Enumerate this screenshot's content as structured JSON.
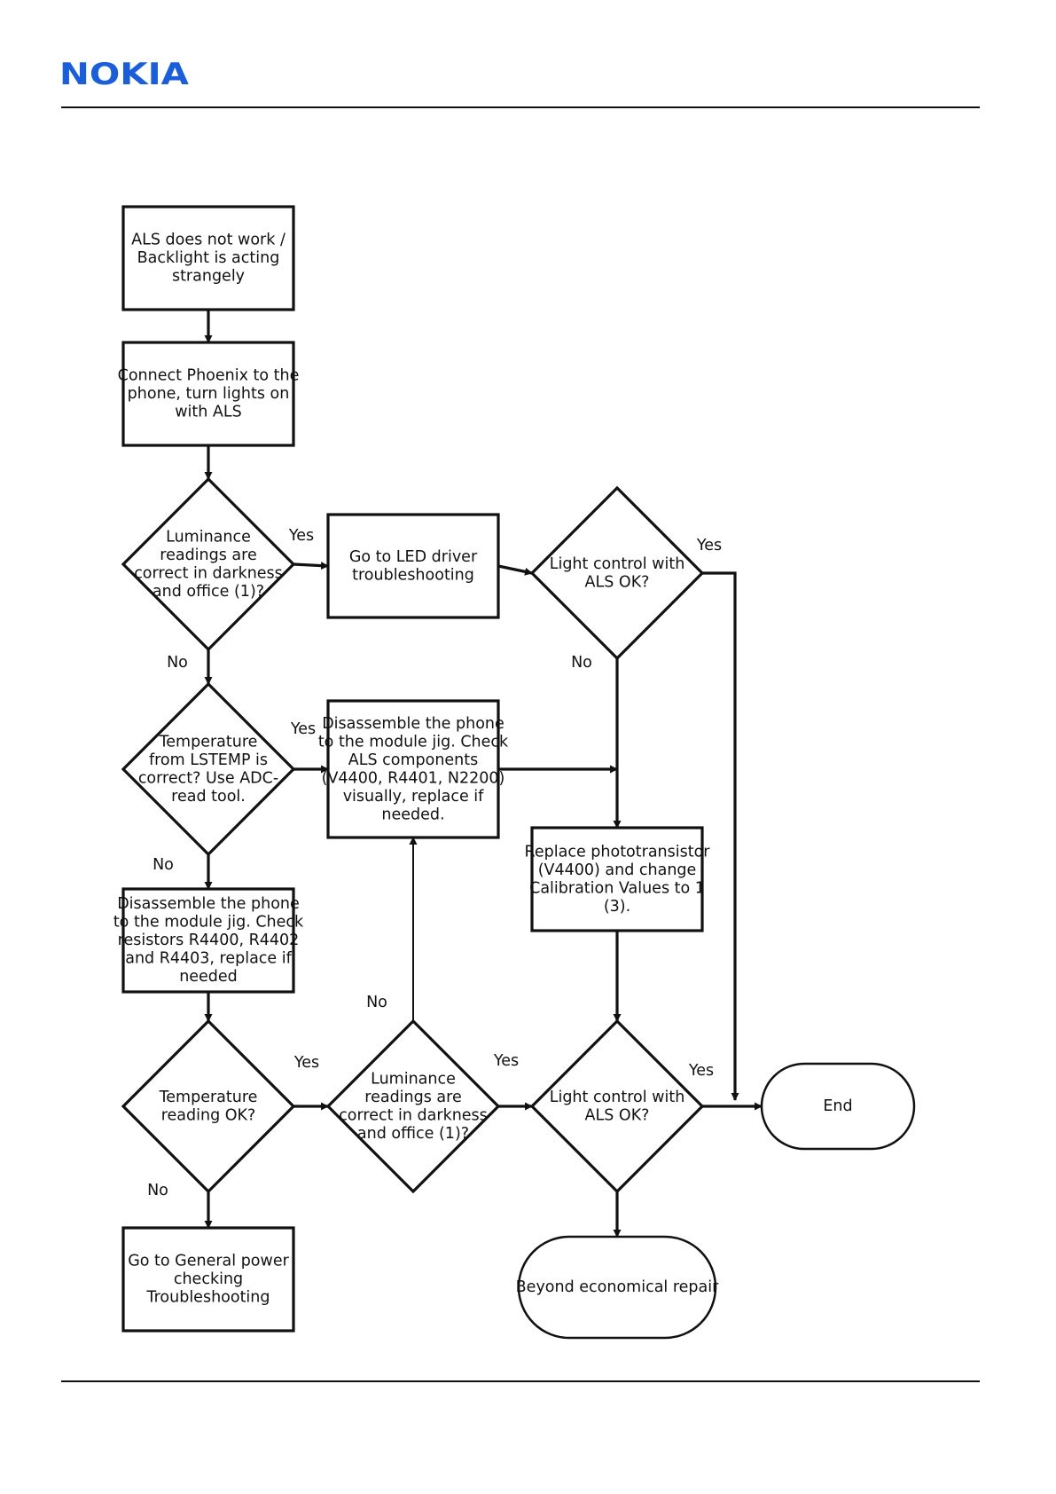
{
  "header": {
    "logo_text": "NOKIA",
    "brand_color": "#1a5fd8"
  },
  "diagram": {
    "nodes": [
      {
        "id": "start",
        "shape": "rect",
        "lines": [
          "ALS does not work /",
          "Backlight is acting",
          "strangely"
        ]
      },
      {
        "id": "connect",
        "shape": "rect",
        "lines": [
          "Connect Phoenix to the",
          "phone, turn lights on",
          "with ALS"
        ]
      },
      {
        "id": "lum1",
        "shape": "diamond",
        "lines": [
          "Luminance",
          "readings are",
          "correct in darkness",
          "and office (1)?"
        ]
      },
      {
        "id": "led",
        "shape": "rect",
        "lines": [
          "Go to LED driver",
          "troubleshooting"
        ]
      },
      {
        "id": "light1",
        "shape": "diamond",
        "lines": [
          "Light control with",
          "ALS OK?"
        ]
      },
      {
        "id": "temp1",
        "shape": "diamond",
        "lines": [
          "Temperature",
          "from LSTEMP is",
          "correct? Use ADC-",
          "read tool."
        ]
      },
      {
        "id": "disas1",
        "shape": "rect",
        "lines": [
          "Disassemble the phone",
          "to the module jig. Check",
          "ALS components",
          "(V4400, R4401, N2200)",
          "visually, replace if",
          "needed."
        ]
      },
      {
        "id": "replace",
        "shape": "rect",
        "lines": [
          "Replace phototransistor",
          "(V4400) and change",
          "Calibration Values to 1",
          "(3)."
        ]
      },
      {
        "id": "disas2",
        "shape": "rect",
        "lines": [
          "Disassemble the phone",
          "to the module jig. Check",
          "resistors R4400, R4402",
          "and R4403, replace if",
          "needed"
        ]
      },
      {
        "id": "temp2",
        "shape": "diamond",
        "lines": [
          "Temperature",
          "reading OK?"
        ]
      },
      {
        "id": "lum2",
        "shape": "diamond",
        "lines": [
          "Luminance",
          "readings are",
          "correct in darkness",
          "and office (1)?"
        ]
      },
      {
        "id": "light2",
        "shape": "diamond",
        "lines": [
          "Light control with",
          "ALS OK?"
        ]
      },
      {
        "id": "end",
        "shape": "terminal",
        "lines": [
          "End"
        ]
      },
      {
        "id": "general",
        "shape": "rect",
        "lines": [
          "Go to General power",
          "checking",
          "Troubleshooting"
        ]
      },
      {
        "id": "ber",
        "shape": "terminal",
        "lines": [
          "Beyond economical repair"
        ]
      }
    ],
    "edges": [
      {
        "from": "start",
        "to": "connect",
        "label": ""
      },
      {
        "from": "connect",
        "to": "lum1",
        "label": ""
      },
      {
        "from": "lum1",
        "to": "led",
        "label": "Yes"
      },
      {
        "from": "led",
        "to": "light1",
        "label": ""
      },
      {
        "from": "light1",
        "to": "end",
        "label": "Yes"
      },
      {
        "from": "lum1",
        "to": "temp1",
        "label": "No"
      },
      {
        "from": "light1",
        "to": "replace",
        "label": "No"
      },
      {
        "from": "temp1",
        "to": "disas1",
        "label": "Yes"
      },
      {
        "from": "disas1",
        "to": "replace",
        "label": ""
      },
      {
        "from": "temp1",
        "to": "disas2",
        "label": "No"
      },
      {
        "from": "disas2",
        "to": "temp2",
        "label": ""
      },
      {
        "from": "replace",
        "to": "light2",
        "label": ""
      },
      {
        "from": "temp2",
        "to": "lum2",
        "label": "Yes"
      },
      {
        "from": "lum2",
        "to": "disas1",
        "label": "No"
      },
      {
        "from": "lum2",
        "to": "light2",
        "label": "Yes"
      },
      {
        "from": "light2",
        "to": "end",
        "label": "Yes"
      },
      {
        "from": "temp2",
        "to": "general",
        "label": "No"
      },
      {
        "from": "light2",
        "to": "ber",
        "label": ""
      }
    ]
  }
}
